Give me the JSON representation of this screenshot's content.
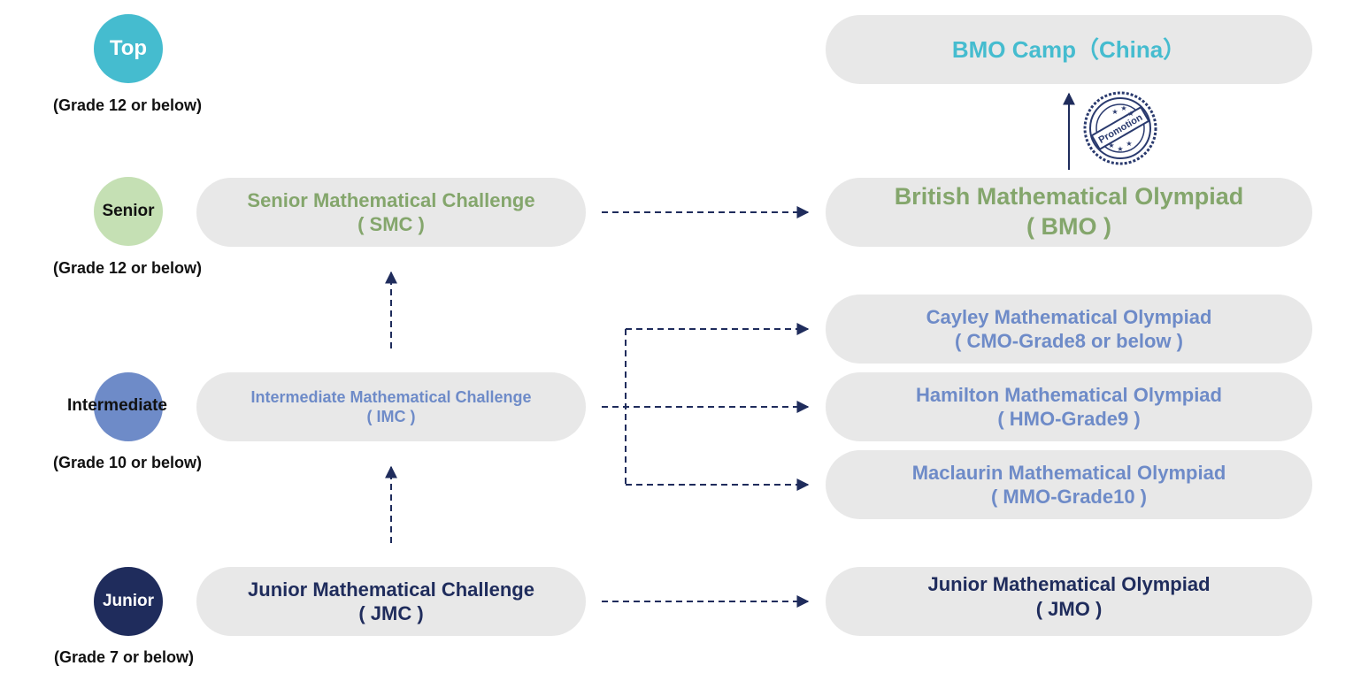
{
  "levels": {
    "top": {
      "label": "Top",
      "grade": "(Grade 12 or below)"
    },
    "senior": {
      "label": "Senior",
      "grade": "(Grade 12 or below)"
    },
    "intermediate": {
      "label": "Intermediate",
      "grade": "(Grade 10 or below)"
    },
    "junior": {
      "label": "Junior",
      "grade": "(Grade 7 or below)"
    }
  },
  "challenges": {
    "smc": {
      "name": "Senior Mathematical Challenge",
      "abbr": "( SMC )"
    },
    "imc": {
      "name": "Intermediate Mathematical Challenge",
      "abbr": "( IMC )"
    },
    "jmc": {
      "name": "Junior Mathematical Challenge",
      "abbr": "( JMC )"
    }
  },
  "olympiads": {
    "camp": {
      "name": "BMO Camp（China）"
    },
    "bmo": {
      "name": "British Mathematical Olympiad",
      "abbr": "( BMO )"
    },
    "cmo": {
      "name": "Cayley Mathematical Olympiad",
      "abbr": "( CMO-Grade8 or below )"
    },
    "hmo": {
      "name": "Hamilton Mathematical Olympiad",
      "abbr": "( HMO-Grade9 )"
    },
    "mmo": {
      "name": "Maclaurin Mathematical Olympiad",
      "abbr": "( MMO-Grade10 )"
    },
    "jmo": {
      "name": "Junior Mathematical Olympiad",
      "abbr": "( JMO )"
    }
  },
  "promotion_stamp": {
    "text": "Promotion"
  },
  "colors": {
    "top": "#45bccf",
    "senior": "#c5e0b4",
    "senior_text": "#84a66c",
    "intermediate": "#6e8bc8",
    "junior": "#1f2c5c",
    "arrow": "#1f2c5c",
    "pill_bg": "#e8e8e8"
  }
}
